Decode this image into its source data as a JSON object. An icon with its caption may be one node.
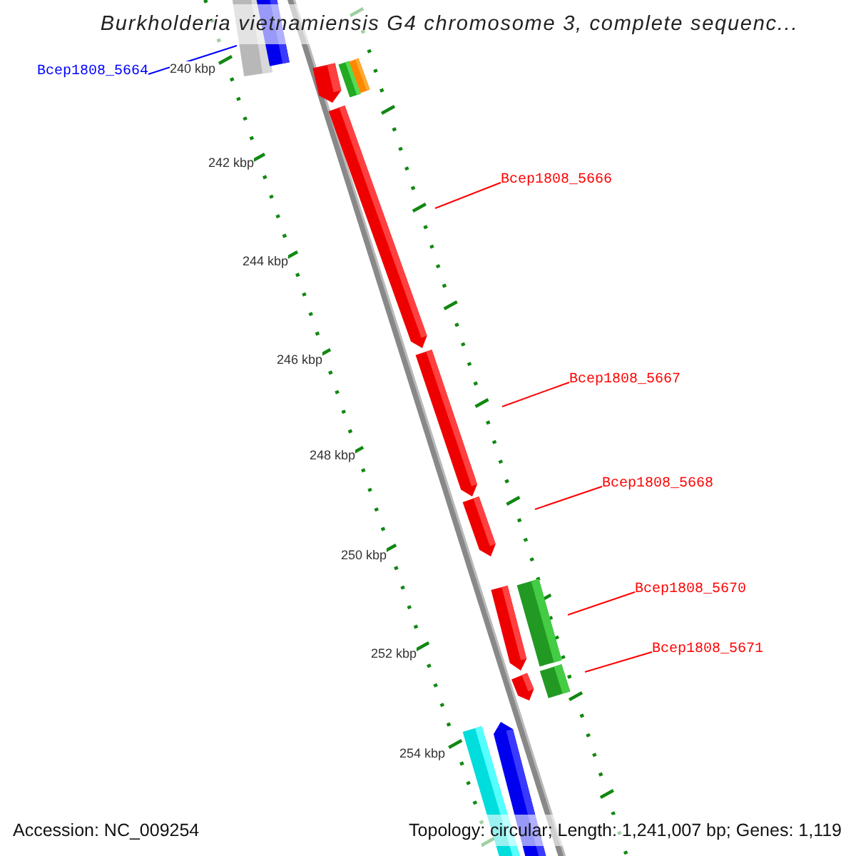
{
  "diagram": {
    "title": "Burkholderia vietnamiensis G4 chromosome 3, complete sequenc...",
    "nodes": [
      {
        "text": [
          "Bcep1808_5664"
        ]
      },
      {
        "text": [
          "Bcep1808_5666"
        ]
      },
      {
        "text": [
          "Bcep1808_5667"
        ]
      },
      {
        "text": [
          "Bcep1808_5668"
        ]
      },
      {
        "text": [
          "Bcep1808_5670"
        ]
      },
      {
        "text": [
          "Bcep1808_5671"
        ]
      }
    ],
    "edges": [
      {
        "from": 0,
        "to": null,
        "arrow": "none",
        "color": "#0000ff"
      },
      {
        "from": 1,
        "to": null,
        "arrow": "none"
      },
      {
        "from": 2,
        "to": null,
        "arrow": "none"
      },
      {
        "from": 3,
        "to": null,
        "arrow": "none"
      },
      {
        "from": 4,
        "to": null,
        "arrow": "none"
      },
      {
        "from": 5,
        "to": null,
        "arrow": "none"
      }
    ],
    "labels": [
      "240 kbp",
      "242 kbp",
      "244 kbp",
      "246 kbp",
      "248 kbp",
      "250 kbp",
      "252 kbp",
      "254 kbp",
      "Accession: NC_009254",
      "Topology: circular; Length: 1,241,007 bp; Genes: 1,119"
    ]
  }
}
